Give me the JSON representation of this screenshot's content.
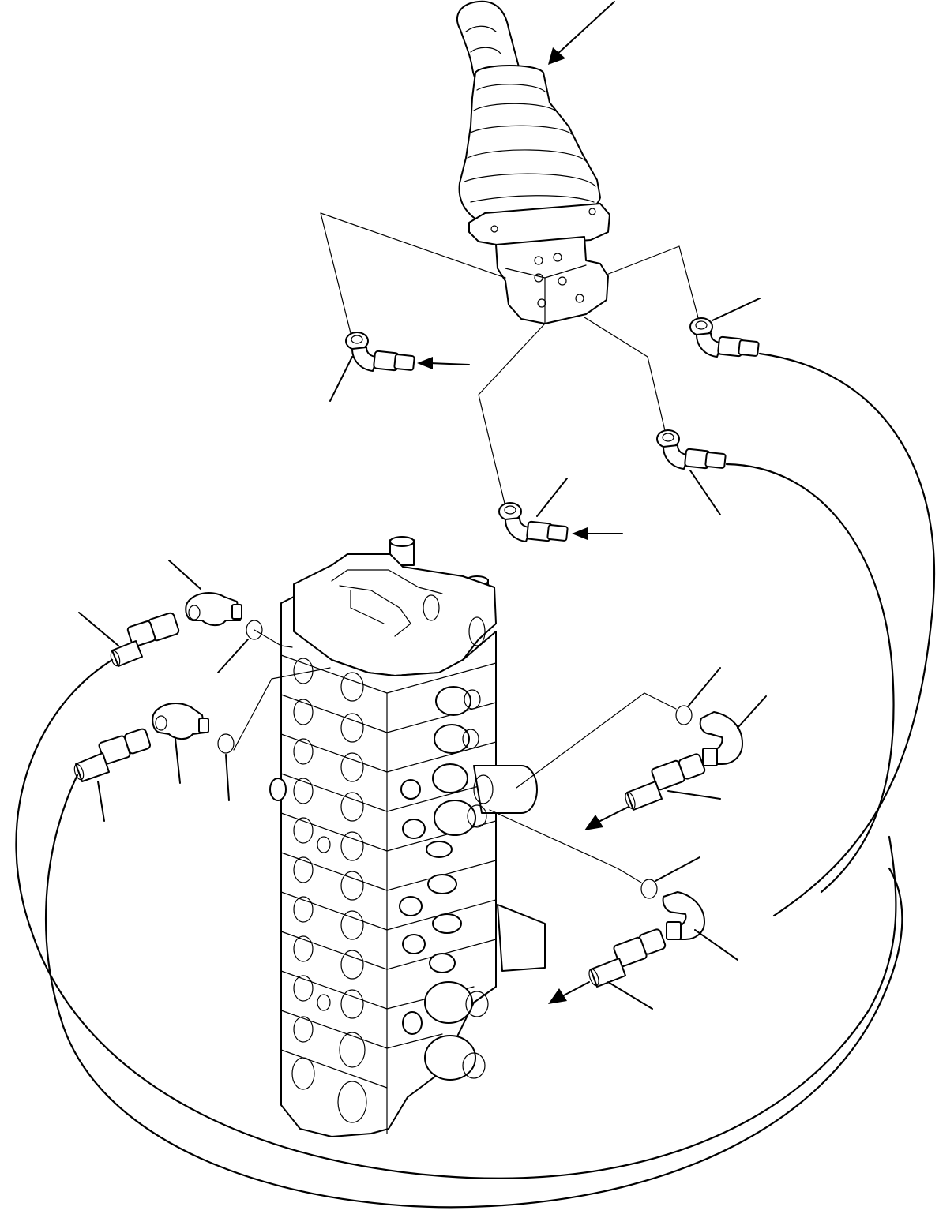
{
  "diagram": {
    "components": [
      "pilot-control-lever",
      "control-valve-block",
      "elbow-fitting",
      "o-ring",
      "hose-end",
      "pilot-hose"
    ],
    "colors": {
      "line": "#000000",
      "background": "#ffffff"
    }
  }
}
